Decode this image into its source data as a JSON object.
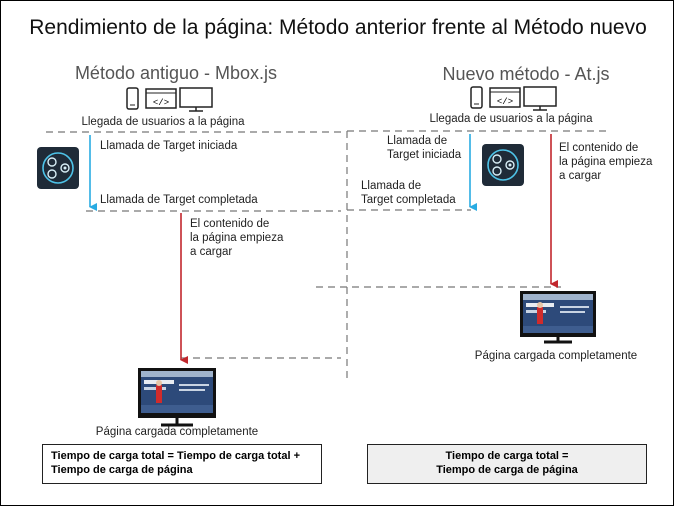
{
  "title": "Rendimiento de la página: Método anterior frente al Método nuevo",
  "left": {
    "heading": "Método antiguo - Mbox.js",
    "arrival": "Llegada de usuarios a la página",
    "call_started": "Llamada de Target iniciada",
    "call_completed": "Llamada de Target completada",
    "content_start": [
      "El contenido de",
      "la página empieza",
      "a cargar"
    ],
    "loaded": "Página cargada completamente",
    "formula": [
      "Tiempo de carga total = Tiempo de carga total +",
      "Tiempo de carga de página"
    ]
  },
  "right": {
    "heading": "Nuevo método - At.js",
    "arrival": "Llegada de usuarios a la página",
    "call_started": [
      "Llamada de",
      "Target iniciada"
    ],
    "call_completed": [
      "Llamada de",
      "Target completada"
    ],
    "content_start": [
      "El contenido de",
      "la página empieza",
      "a cargar"
    ],
    "loaded": "Página cargada completamente",
    "formula": [
      "Tiempo de carga total =",
      "Tiempo de carga de página"
    ]
  },
  "icons": [
    "phone-icon",
    "code-icon",
    "monitor-icon",
    "target-logo-icon",
    "webpage-monitor-icon",
    "down-arrow-icon"
  ],
  "colors": {
    "target_arrow": "#29abe2",
    "content_arrow": "#c1272d",
    "dashed_line": "#777777",
    "logo_bg": "#1f2b38",
    "screen_bg": "#2d4a7a"
  }
}
